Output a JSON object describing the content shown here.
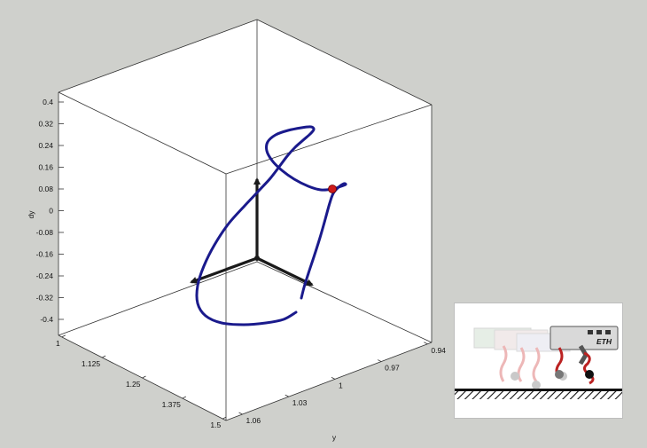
{
  "chart_data": {
    "type": "line",
    "projection": "3d",
    "title": "",
    "xlabel": "",
    "ylabel": "y",
    "zlabel": "dy",
    "x_ticks": [
      "1",
      "1.125",
      "1.25",
      "1.375",
      "1.5"
    ],
    "y_ticks_front": [
      "1.06",
      "1.03",
      "1",
      "0.97",
      "0.94"
    ],
    "z_ticks": [
      "0.4",
      "0.32",
      "0.24",
      "0.16",
      "0.08",
      "0",
      "-0.08",
      "-0.16",
      "-0.24",
      "-0.32",
      "-0.4"
    ],
    "xlim": [
      1,
      1.5
    ],
    "ylim": [
      0.94,
      1.06
    ],
    "zlim": [
      -0.4,
      0.4
    ],
    "grid": false,
    "series": [
      {
        "color": "#1a1a8c",
        "points_2d": [
          [
            334,
            352
          ],
          [
            320,
            360
          ],
          [
            300,
            364
          ],
          [
            275,
            366
          ],
          [
            250,
            364
          ],
          [
            232,
            356
          ],
          [
            223,
            342
          ],
          [
            223,
            322
          ],
          [
            230,
            300
          ],
          [
            242,
            276
          ],
          [
            258,
            252
          ],
          [
            276,
            232
          ],
          [
            292,
            215
          ],
          [
            305,
            201
          ],
          [
            315,
            188
          ],
          [
            324,
            176
          ],
          [
            333,
            166
          ],
          [
            342,
            158
          ],
          [
            350,
            151
          ],
          [
            354,
            146
          ],
          [
            351,
            143
          ],
          [
            340,
            144
          ],
          [
            325,
            147
          ],
          [
            311,
            152
          ],
          [
            302,
            160
          ],
          [
            301,
            170
          ],
          [
            307,
            181
          ],
          [
            318,
            192
          ],
          [
            332,
            202
          ],
          [
            348,
            210
          ],
          [
            362,
            214
          ],
          [
            375,
            213
          ],
          [
            385,
            210
          ],
          [
            390,
            208
          ],
          [
            388,
            207
          ],
          [
            382,
            211
          ],
          [
            376,
            218
          ],
          [
            372,
            229
          ],
          [
            367,
            247
          ],
          [
            361,
            268
          ],
          [
            354,
            290
          ],
          [
            348,
            308
          ],
          [
            343,
            324
          ],
          [
            340,
            336
          ]
        ],
        "marker_index": 31
      }
    ],
    "marker_color": "#cc1a1a"
  },
  "colors": {
    "background": "#cfd0cc",
    "axes_background": "#ffffff",
    "box_lines": "#333333",
    "arrows": "#1a1a1a"
  },
  "inset": {
    "logo_text": "ETH",
    "description": ""
  }
}
